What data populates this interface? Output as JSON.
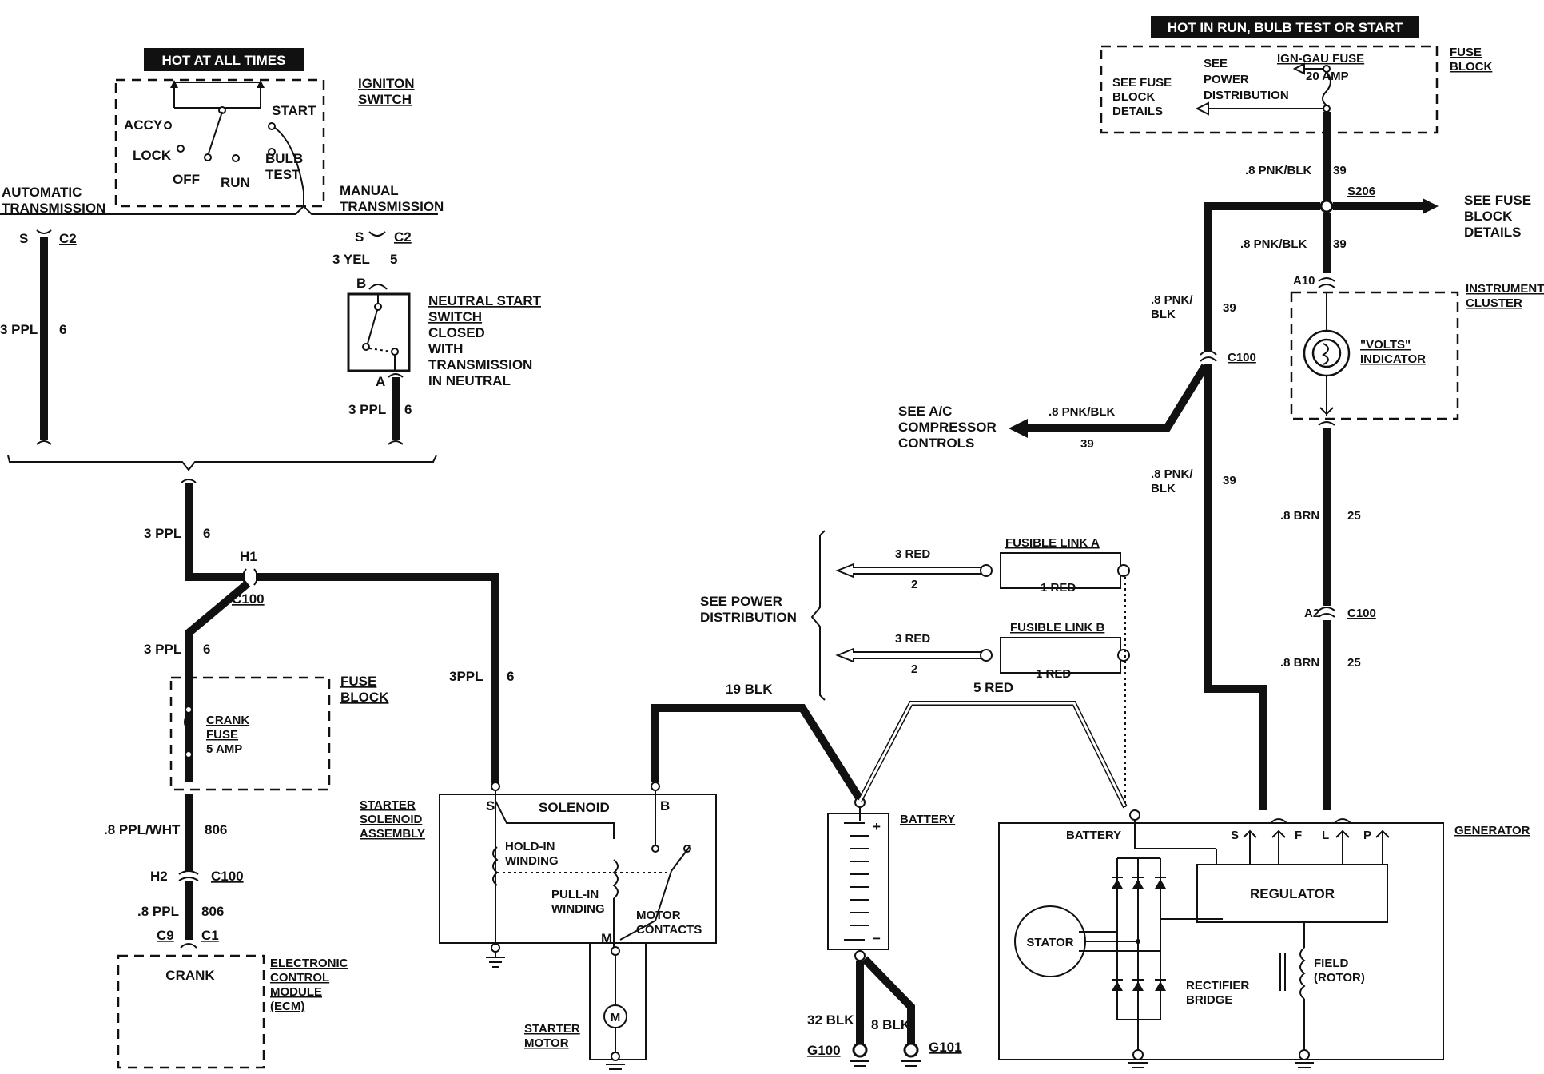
{
  "headers": {
    "hot_all": "HOT AT ALL TIMES",
    "hot_run": "HOT IN RUN, BULB TEST OR START"
  },
  "ignition": {
    "title1": "IGNITON",
    "title2": "SWITCH",
    "accy": "ACCY",
    "lock": "LOCK",
    "off": "OFF",
    "run": "RUN",
    "start": "START",
    "bulb": "BULB",
    "test": "TEST",
    "auto1": "AUTOMATIC",
    "auto2": "TRANSMISSION",
    "man1": "MANUAL",
    "man2": "TRANSMISSION"
  },
  "left_wiring": {
    "s_left": "S",
    "c2_left": "C2",
    "s_right": "S",
    "c2_right": "C2",
    "yel_left": "3 YEL",
    "yel_right": "5",
    "ppl_a": "3 PPL",
    "six_a": "6",
    "ppl_b": "3 PPL",
    "six_b": "6",
    "ppl_c": "3 PPL",
    "six_c": "6",
    "ppl_d": "3 PPL",
    "six_d": "6",
    "ppl_e": "3PPL",
    "six_e": "6",
    "h1": "H1",
    "c100_a": "C100",
    "ppl_wht": ".8 PPL/WHT",
    "n806_a": "806",
    "h2": "H2",
    "c100_b": "C100",
    "ppl_8": ".8 PPL",
    "n806_b": "806",
    "c9": "C9",
    "c1": "C1"
  },
  "neutral": {
    "b": "B",
    "a": "A",
    "l1": "NEUTRAL START",
    "l2": "SWITCH",
    "l3": "CLOSED",
    "l4": "WITH",
    "l5": "TRANSMISSION",
    "l6": "IN NEUTRAL"
  },
  "fuse_left": {
    "t1": "FUSE",
    "t2": "BLOCK",
    "crank": "CRANK",
    "fuse": "FUSE",
    "amp": "5 AMP"
  },
  "ecm": {
    "crank": "CRANK",
    "l1": "ELECTRONIC",
    "l2": "CONTROL",
    "l3": "MODULE",
    "l4": "(ECM)"
  },
  "starter": {
    "l1": "STARTER",
    "l2": "SOLENOID",
    "l3": "ASSEMBLY",
    "solenoid": "SOLENOID",
    "s": "S",
    "b": "B",
    "m": "M",
    "hold1": "HOLD-IN",
    "hold2": "WINDING",
    "pull1": "PULL-IN",
    "pull2": "WINDING",
    "mot1": "MOTOR",
    "mot2": "CONTACTS",
    "sm1": "STARTER",
    "sm2": "MOTOR",
    "m_letter": "M"
  },
  "battery": {
    "label": "BATTERY",
    "blk19": "19 BLK",
    "red5": "5 RED",
    "blk32": "32 BLK",
    "blk8": "8 BLK",
    "g100": "G100",
    "g101": "G101",
    "plus": "+",
    "minus": "−"
  },
  "fusible": {
    "see1": "SEE POWER",
    "see2": "DISTRIBUTION",
    "a_title": "FUSIBLE LINK A",
    "a_red3": "3 RED",
    "a_2": "2",
    "a_red1": "1 RED",
    "b_title": "FUSIBLE LINK B",
    "b_red3": "3 RED",
    "b_2": "2",
    "b_red1": "1 RED"
  },
  "fuse_right": {
    "t1": "FUSE",
    "t2": "BLOCK",
    "see_fuse1": "SEE FUSE",
    "see_fuse2": "BLOCK",
    "see_fuse3": "DETAILS",
    "see_pow1": "SEE",
    "see_pow2": "POWER",
    "see_pow3": "DISTRIBUTION",
    "ign": "IGN-GAU FUSE",
    "amp": "20 AMP"
  },
  "right_wiring": {
    "pnk1": ".8 PNK/BLK",
    "n39_1": "39",
    "s206": "S206",
    "det1": "SEE FUSE",
    "det2": "BLOCK",
    "det3": "DETAILS",
    "pnk2": ".8 PNK/BLK",
    "n39_2": "39",
    "pnk3a": ".8 PNK/",
    "pnk3b": "BLK",
    "n39_3": "39",
    "c100": "C100",
    "ac1": "SEE A/C",
    "ac2": "COMPRESSOR",
    "ac3": "CONTROLS",
    "pnk4": ".8 PNK/BLK",
    "n39_4": "39",
    "pnk5a": ".8 PNK/",
    "pnk5b": "BLK",
    "n39_5": "39",
    "a10": "A10",
    "ic1": "INSTRUMENT",
    "ic2": "CLUSTER",
    "volts1": "\"VOLTS\"",
    "volts2": "INDICATOR",
    "brn1": ".8 BRN",
    "n25_1": "25",
    "a2": "A2",
    "c100_b": "C100",
    "brn2": ".8 BRN",
    "n25_2": "25"
  },
  "generator": {
    "label": "GENERATOR",
    "battery": "BATTERY",
    "s": "S",
    "f": "F",
    "l": "L",
    "p": "P",
    "regulator": "REGULATOR",
    "stator": "STATOR",
    "rect1": "RECTIFIER",
    "rect2": "BRIDGE",
    "field1": "FIELD",
    "field2": "(ROTOR)"
  }
}
